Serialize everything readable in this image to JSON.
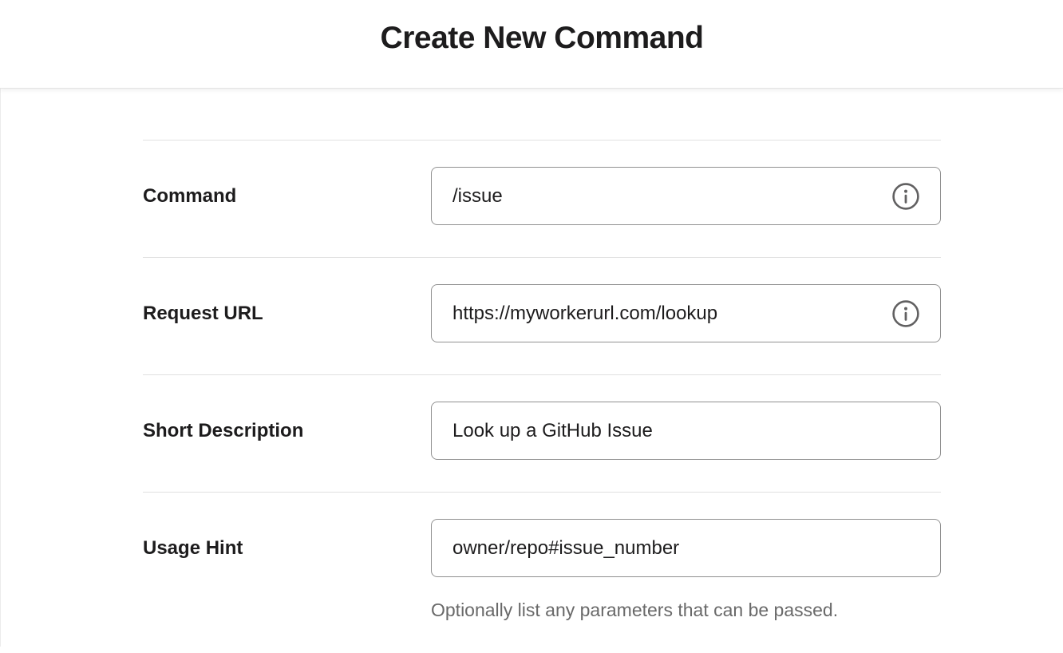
{
  "header": {
    "title": "Create New Command"
  },
  "form": {
    "fields": [
      {
        "label": "Command",
        "value": "/issue",
        "has_info_icon": true
      },
      {
        "label": "Request URL",
        "value": "https://myworkerurl.com/lookup",
        "has_info_icon": true
      },
      {
        "label": "Short Description",
        "value": "Look up a GitHub Issue",
        "has_info_icon": false
      },
      {
        "label": "Usage Hint",
        "value": "owner/repo#issue_number",
        "has_info_icon": false,
        "helper": "Optionally list any parameters that can be passed."
      }
    ]
  },
  "icons": {
    "info": "info-icon"
  },
  "colors": {
    "text": "#1d1c1d",
    "input_border": "#919191",
    "divider": "#e1e1e1",
    "helper_text": "#696969",
    "icon": "#616061",
    "header_border": "#e3e3e3",
    "background": "#ffffff"
  }
}
